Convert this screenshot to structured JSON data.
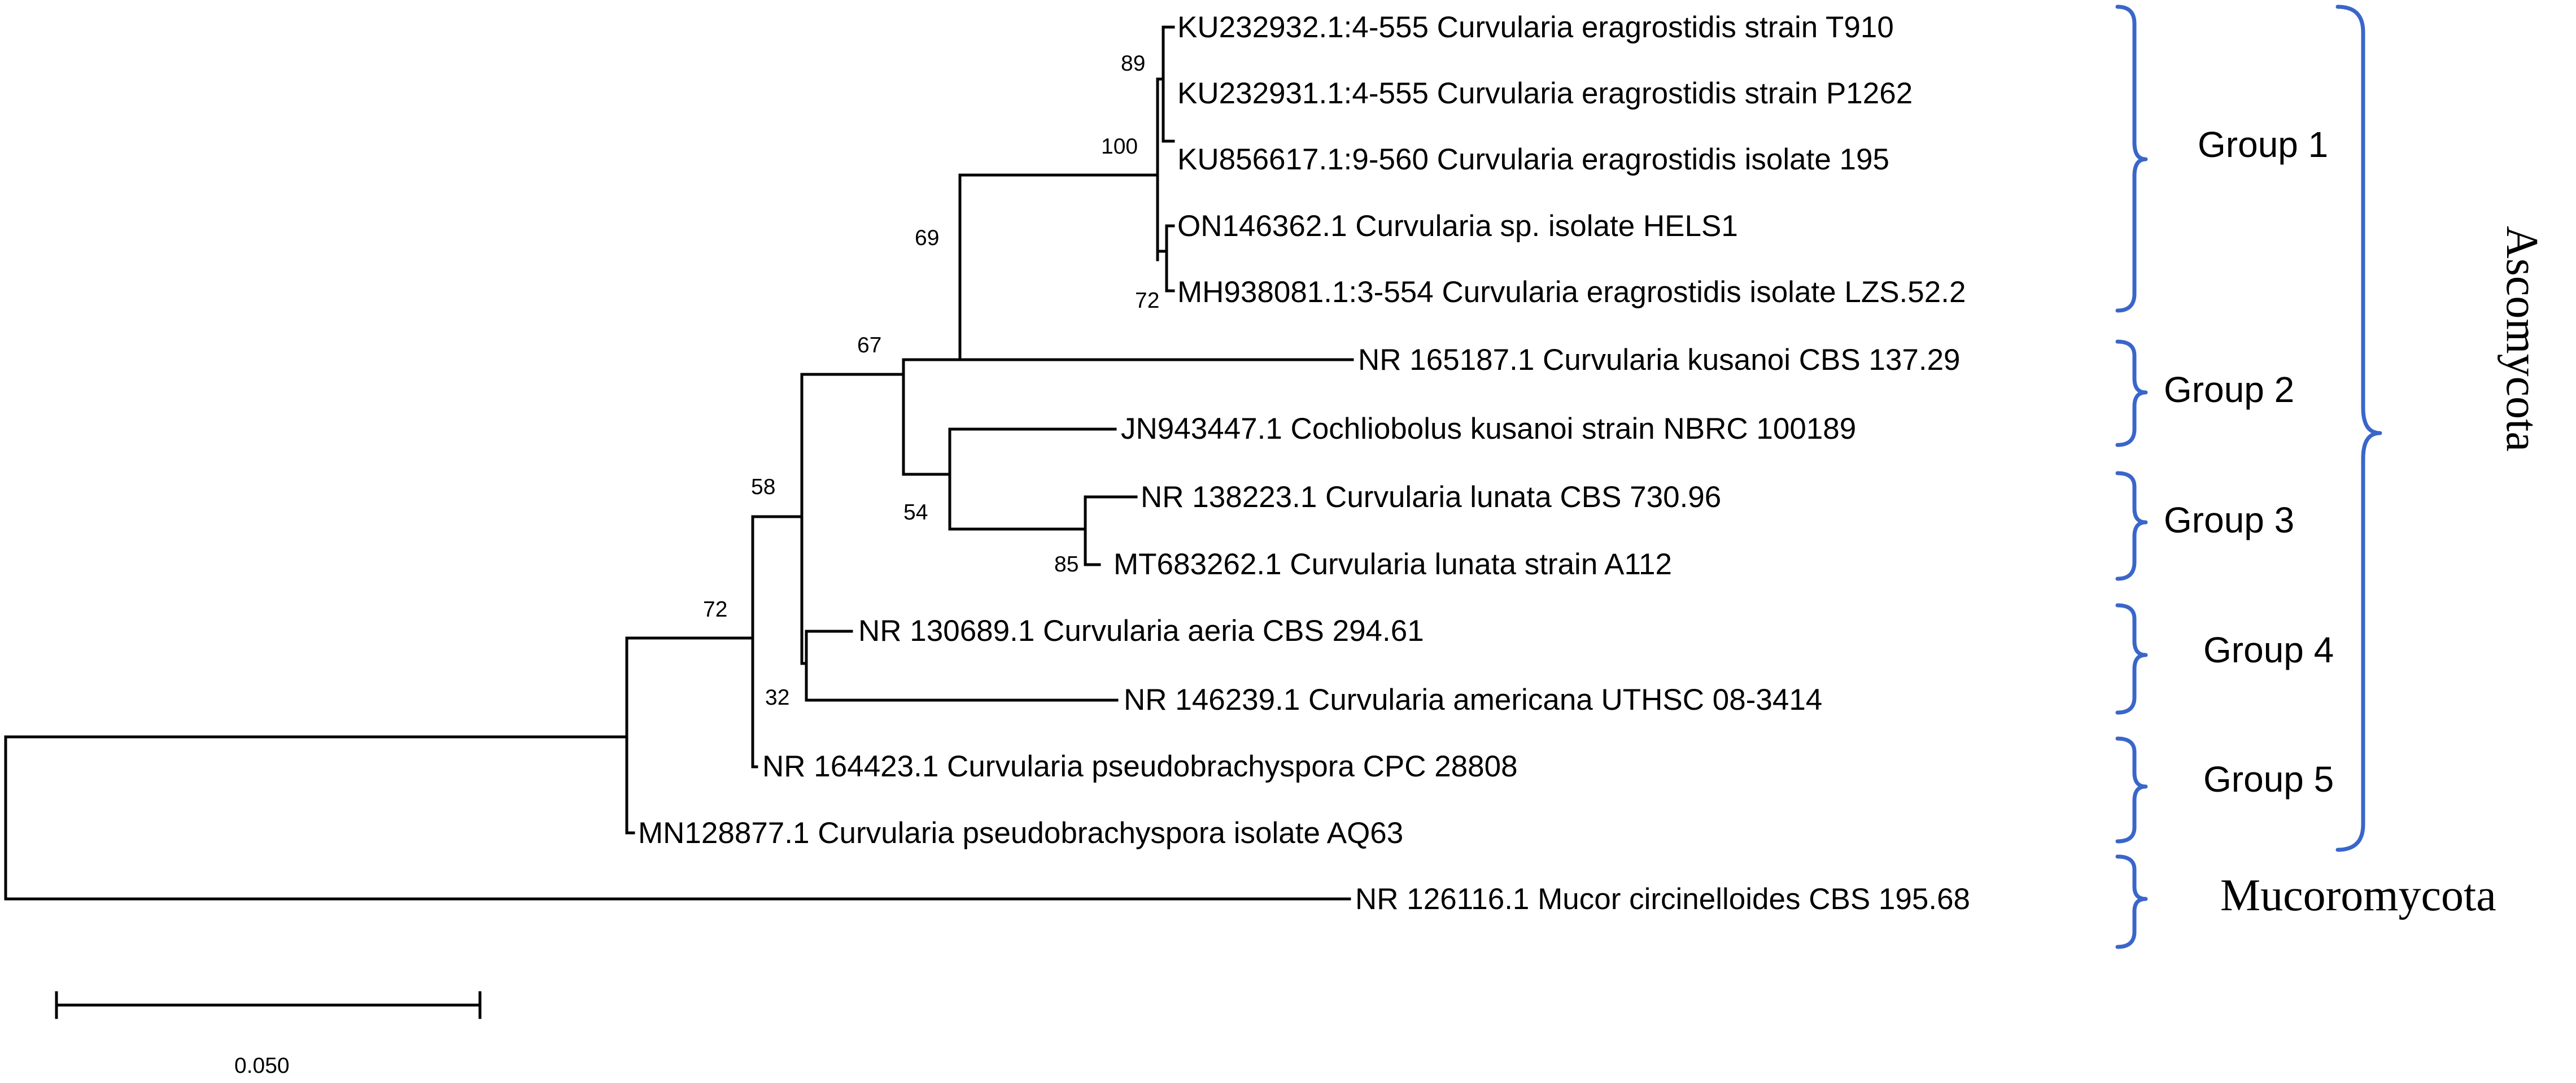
{
  "taxa": [
    {
      "id": "t1",
      "label": "KU232932.1:4-555 Curvularia eragrostidis strain T910"
    },
    {
      "id": "t2",
      "label": "KU232931.1:4-555 Curvularia eragrostidis strain P1262"
    },
    {
      "id": "t3",
      "label": "KU856617.1:9-560 Curvularia eragrostidis isolate 195"
    },
    {
      "id": "t4",
      "label": "ON146362.1 Curvularia sp. isolate HELS1"
    },
    {
      "id": "t5",
      "label": "MH938081.1:3-554 Curvularia eragrostidis isolate LZS.52.2"
    },
    {
      "id": "t6",
      "label": "NR 165187.1 Curvularia kusanoi CBS 137.29"
    },
    {
      "id": "t7",
      "label": "JN943447.1 Cochliobolus kusanoi strain NBRC 100189"
    },
    {
      "id": "t8",
      "label": "NR 138223.1 Curvularia lunata CBS 730.96"
    },
    {
      "id": "t9",
      "label": "MT683262.1 Curvularia lunata strain A112"
    },
    {
      "id": "t10",
      "label": "NR 130689.1 Curvularia aeria CBS 294.61"
    },
    {
      "id": "t11",
      "label": "NR 146239.1 Curvularia americana UTHSC 08-3414"
    },
    {
      "id": "t12",
      "label": "NR 164423.1 Curvularia pseudobrachyspora CPC 28808"
    },
    {
      "id": "t13",
      "label": "MN128877.1 Curvularia pseudobrachyspora isolate AQ63"
    },
    {
      "id": "t14",
      "label": "NR 126116.1 Mucor circinelloides CBS 195.68"
    }
  ],
  "bootstrap_values": [
    "89",
    "100",
    "72",
    "69",
    "67",
    "54",
    "85",
    "58",
    "72",
    "32"
  ],
  "groups": [
    "Group 1",
    "Group 2",
    "Group 3",
    "Group 4",
    "Group 5"
  ],
  "phyla": [
    "Ascomycota",
    "Mucoromycota"
  ],
  "scale_bar_label": "0.050",
  "colors": {
    "bracket": "#3a66c9",
    "branch": "#000000"
  }
}
